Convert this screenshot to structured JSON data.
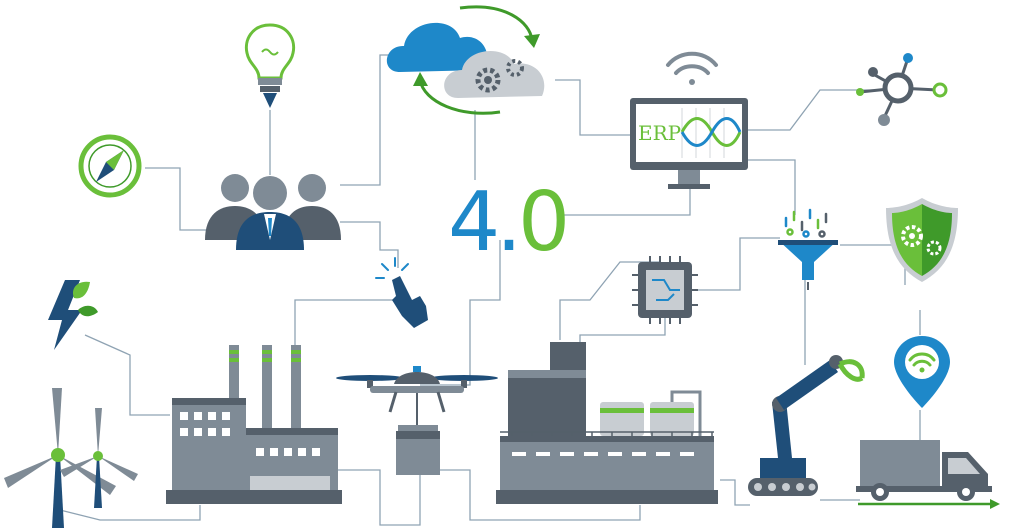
{
  "headline": {
    "major": "4",
    "dot": ".",
    "minor": "0"
  },
  "monitor": {
    "screen_text": "ERP"
  },
  "colors": {
    "blue": "#1e88c9",
    "green": "#6abf3a",
    "dark_green": "#3f9a2a",
    "navy": "#1f4e79",
    "gray": "#7f8b96",
    "light_gray": "#c8cdd2",
    "dark_gray": "#55606b",
    "line": "#8fa3b3"
  },
  "icons": [
    "lightbulb-icon",
    "compass-icon",
    "business-people-icon",
    "cloud-sync-icon",
    "wifi-icon",
    "erp-monitor-icon",
    "network-hub-icon",
    "data-funnel-icon",
    "security-shield-icon",
    "microchip-icon",
    "touch-hand-icon",
    "energy-leaf-icon",
    "wind-turbine-icon",
    "factory-icon",
    "drone-icon",
    "industrial-plant-icon",
    "robot-arm-icon",
    "location-pin-icon",
    "delivery-truck-icon"
  ]
}
